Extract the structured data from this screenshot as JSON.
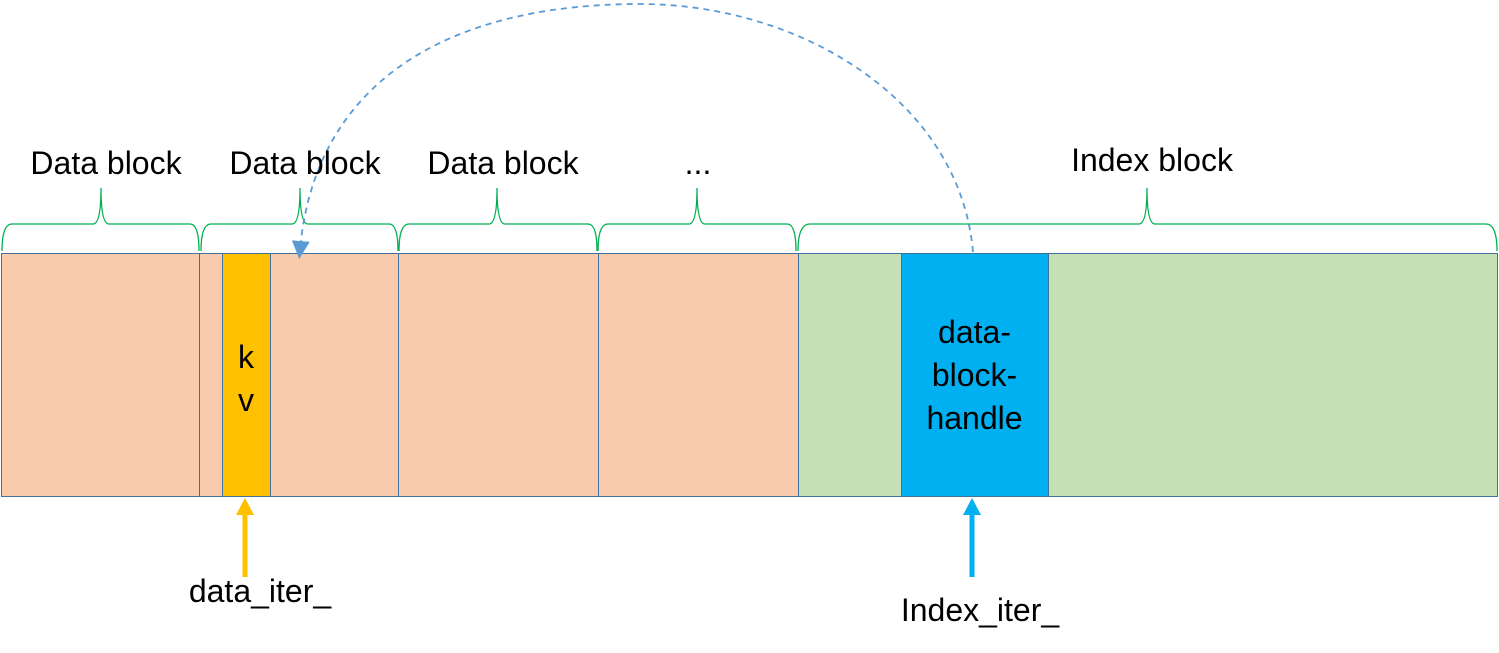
{
  "labels": {
    "data_block_1": "Data block",
    "data_block_2": "Data block",
    "data_block_3": "Data block",
    "ellipsis": "...",
    "index_block": "Index block"
  },
  "kv": {
    "k": "k",
    "v": "v"
  },
  "handle": {
    "line1": "data-",
    "line2": "block-",
    "line3": "handle"
  },
  "pointers": {
    "data_iter": "data_iter_",
    "index_iter": "Index_iter_"
  },
  "colors": {
    "data_fill": "#F8CBAD",
    "index_fill": "#C5E0B4",
    "kv_fill": "#FFC000",
    "handle_fill": "#00B0F0",
    "border": "#41719C",
    "brace": "#00B050",
    "dashed_arrow": "#5B9BD5",
    "data_iter_arrow": "#FFC000",
    "index_iter_arrow": "#00B0F0"
  }
}
